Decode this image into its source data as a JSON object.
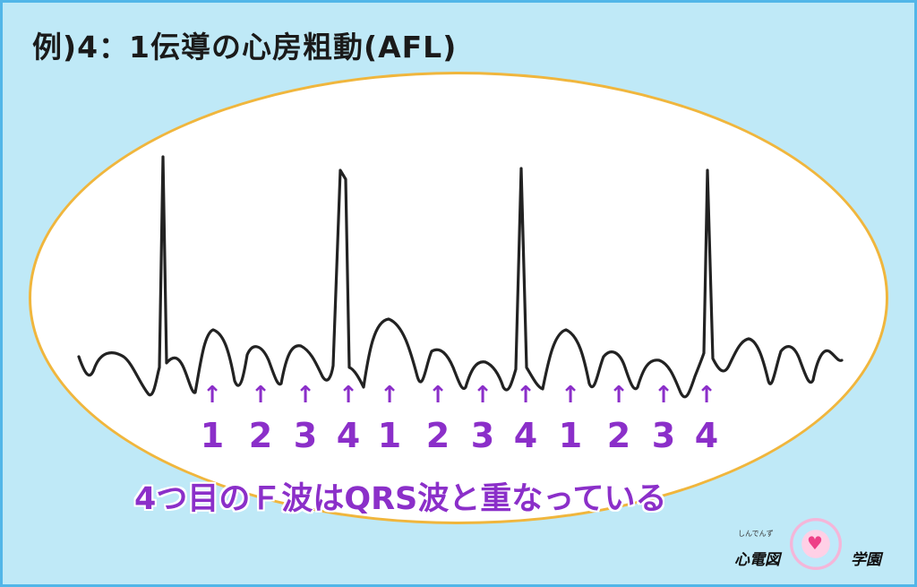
{
  "title": "例)4：1伝導の心房粗動(AFL)",
  "caption": "4つ目のＦ波はQRS波と重なっている",
  "labels": [
    "1",
    "2",
    "3",
    "4",
    "1",
    "2",
    "3",
    "4",
    "1",
    "2",
    "3",
    "4"
  ],
  "arrow_glyph": "↑",
  "logo": {
    "ruby": "しんでんず",
    "left": "心電図",
    "right": "学園"
  },
  "colors": {
    "background": "#bfe9f7",
    "ellipse_border": "#f0b63d",
    "accent": "#8b2fc9",
    "trace": "#222222"
  }
}
